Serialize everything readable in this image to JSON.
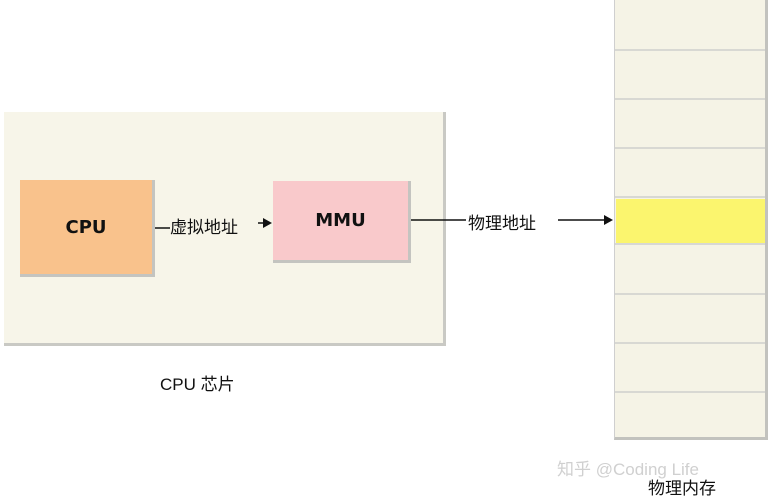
{
  "diagram": {
    "cpu_label": "CPU",
    "mmu_label": "MMU",
    "virtual_address_label": "虚拟地址",
    "physical_address_label": "物理地址",
    "chip_caption": "CPU 芯片",
    "memory_caption": "物理内存",
    "watermark": "知乎 @Coding Life"
  },
  "colors": {
    "chip_bg": "#f7f5e9",
    "cpu_bg": "#f9c28c",
    "mmu_bg": "#f9c9cb",
    "memory_bg": "#f5f3e6",
    "highlight": "#fbf56e"
  }
}
